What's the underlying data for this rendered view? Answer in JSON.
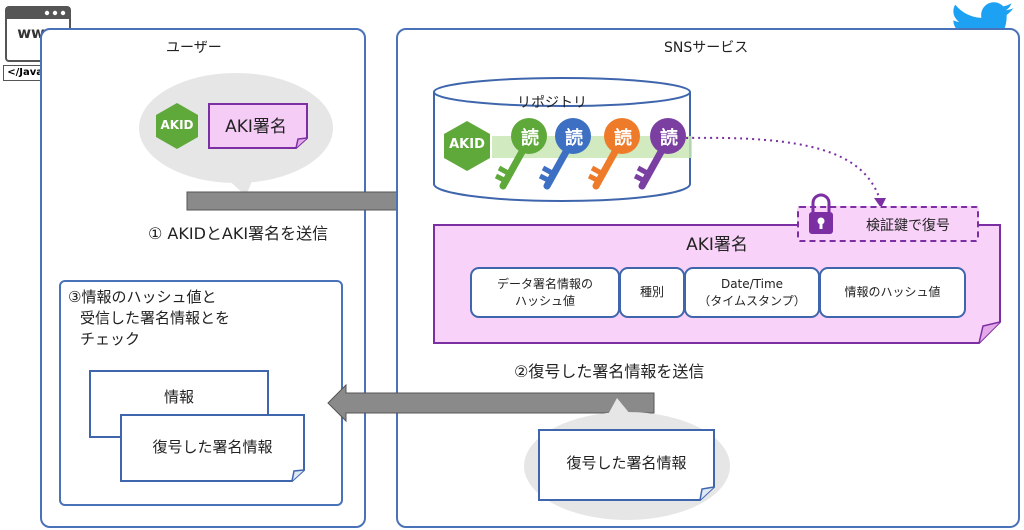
{
  "browser": {
    "www": "www",
    "tag": "</JavaScript>"
  },
  "user": {
    "title": "ユーザー",
    "akid": "AKID",
    "aki_signature": "AKI署名",
    "step1": "① AKIDとAKI署名を送信",
    "step3_lines": [
      "③情報のハッシュ値と",
      "受信した署名情報とを",
      "チェック"
    ],
    "info": "情報",
    "decrypted_signature_info": "復号した署名情報"
  },
  "sns": {
    "title": "SNSサービス",
    "repository": "リポジトリ",
    "akid": "AKID",
    "read_key_glyph": "読",
    "key_colors": [
      "#5fa83a",
      "#3d6fc3",
      "#ee7b2a",
      "#7a3fa0"
    ],
    "verify_label": "検証鍵で復号",
    "aki_signature": "AKI署名",
    "fields": [
      {
        "line1": "データ署名情報の",
        "line2": "ハッシュ値"
      },
      {
        "line1": "種別",
        "line2": ""
      },
      {
        "line1": "Date/Time",
        "line2": "（タイムスタンプ）"
      },
      {
        "line1": "情報のハッシュ値",
        "line2": ""
      }
    ],
    "step2": "②復号した署名情報を送信",
    "decrypted_signature_info": "復号した署名情報"
  },
  "colors": {
    "panel_border": "#4a72b8",
    "akid_green": "#5fa83a",
    "aki_pink": "#f5ccf5",
    "aki_border": "#7b2fa3",
    "arrow_gray": "#8a8a8a"
  }
}
